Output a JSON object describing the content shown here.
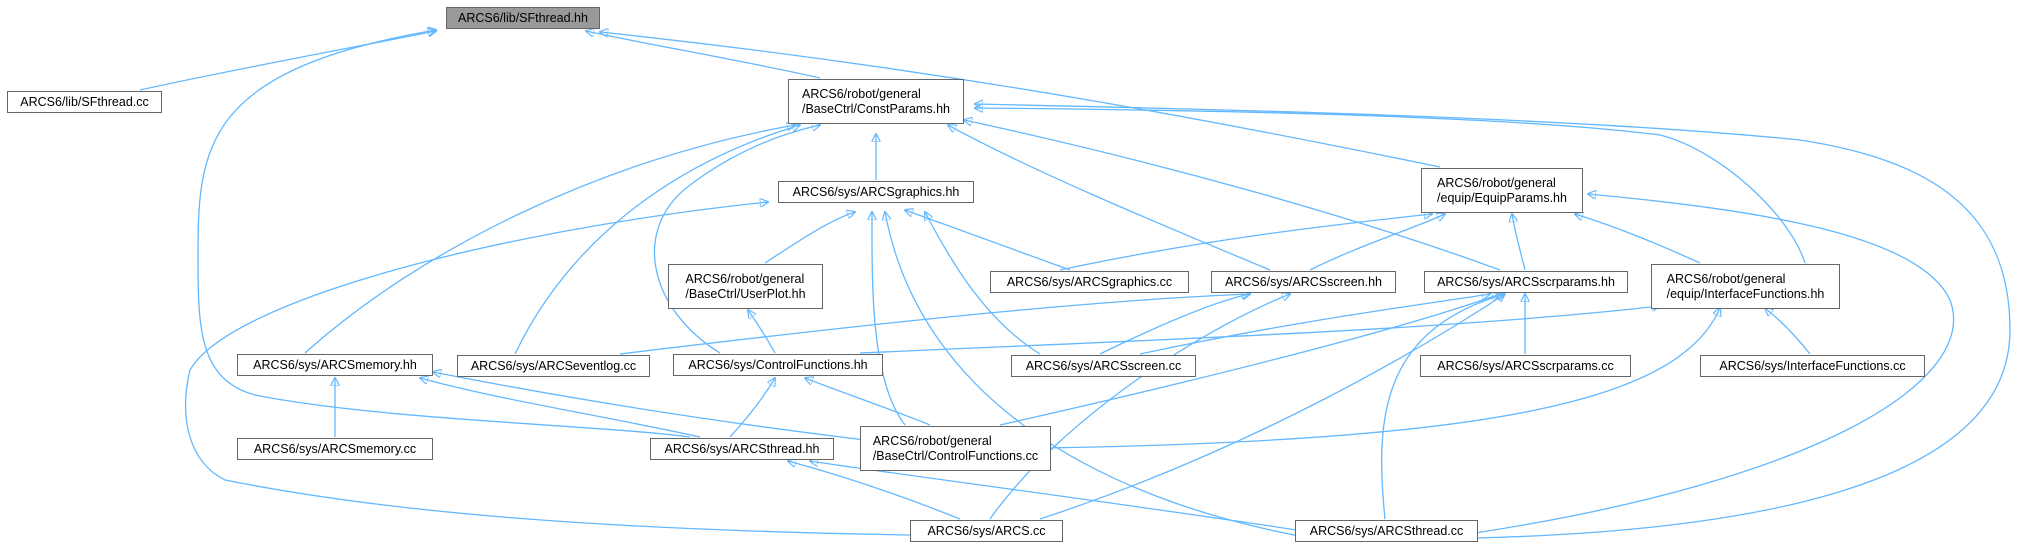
{
  "graph": {
    "edge_color": "#63b8ff",
    "node_border": "#666666",
    "root_fill": "#999999",
    "nodes": {
      "sfthread_hh": "ARCS6/lib/SFthread.hh",
      "sfthread_cc": "ARCS6/lib/SFthread.cc",
      "constparams_hh": "ARCS6/robot/general\n/BaseCtrl/ConstParams.hh",
      "equipparams_hh": "ARCS6/robot/general\n/equip/EquipParams.hh",
      "arcsgraphics_hh": "ARCS6/sys/ARCSgraphics.hh",
      "userplot_hh": "ARCS6/robot/general\n/BaseCtrl/UserPlot.hh",
      "arcsgraphics_cc": "ARCS6/sys/ARCSgraphics.cc",
      "arcsscreen_hh": "ARCS6/sys/ARCSscreen.hh",
      "arcsscrparams_hh": "ARCS6/sys/ARCSscrparams.hh",
      "interfacefunctions_hh": "ARCS6/robot/general\n/equip/InterfaceFunctions.hh",
      "arcsmemory_hh": "ARCS6/sys/ARCSmemory.hh",
      "arcseventlog_cc": "ARCS6/sys/ARCSeventlog.cc",
      "controlfunctions_hh": "ARCS6/sys/ControlFunctions.hh",
      "arcsscreen_cc": "ARCS6/sys/ARCSscreen.cc",
      "arcsscrparams_cc": "ARCS6/sys/ARCSscrparams.cc",
      "interfacefunctions_cc": "ARCS6/sys/InterfaceFunctions.cc",
      "arcsmemory_cc": "ARCS6/sys/ARCSmemory.cc",
      "arcsthread_hh": "ARCS6/sys/ARCSthread.hh",
      "controlfunctions_cc": "ARCS6/robot/general\n/BaseCtrl/ControlFunctions.cc",
      "arcs_cc": "ARCS6/sys/ARCS.cc",
      "arcsthread_cc": "ARCS6/sys/ARCSthread.cc"
    }
  }
}
